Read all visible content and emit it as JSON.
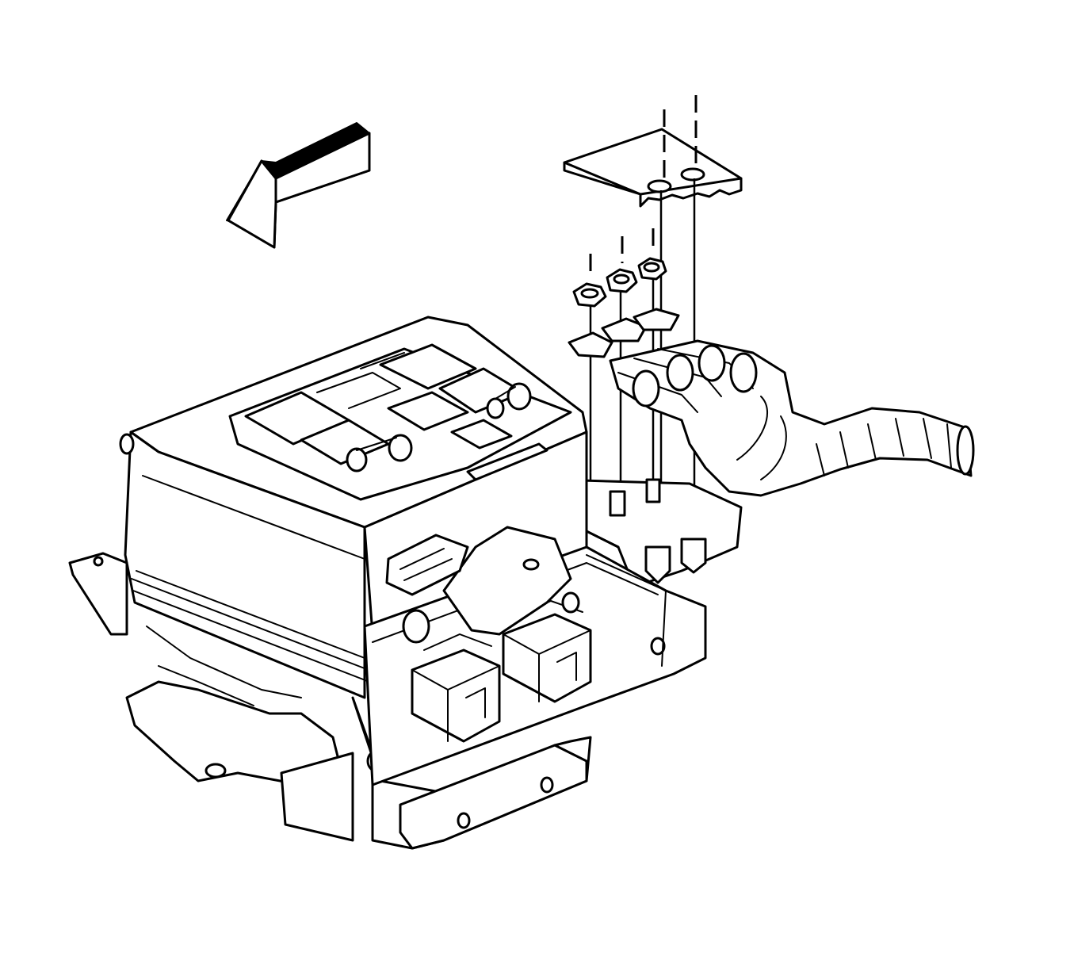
{
  "figure": {
    "type": "exploded-view technical illustration",
    "line_color": "#000000",
    "background_color": "#ffffff",
    "parts": [
      {
        "id": "direction-arrow",
        "icon": "arrow-left-icon"
      },
      {
        "id": "cover-plate"
      },
      {
        "id": "hex-nut",
        "count": 3
      },
      {
        "id": "wire-terminals",
        "count": 3
      },
      {
        "id": "cable-harness"
      },
      {
        "id": "module-housing"
      },
      {
        "id": "mounting-bracket"
      },
      {
        "id": "electrical-connectors",
        "count": 2
      }
    ]
  }
}
